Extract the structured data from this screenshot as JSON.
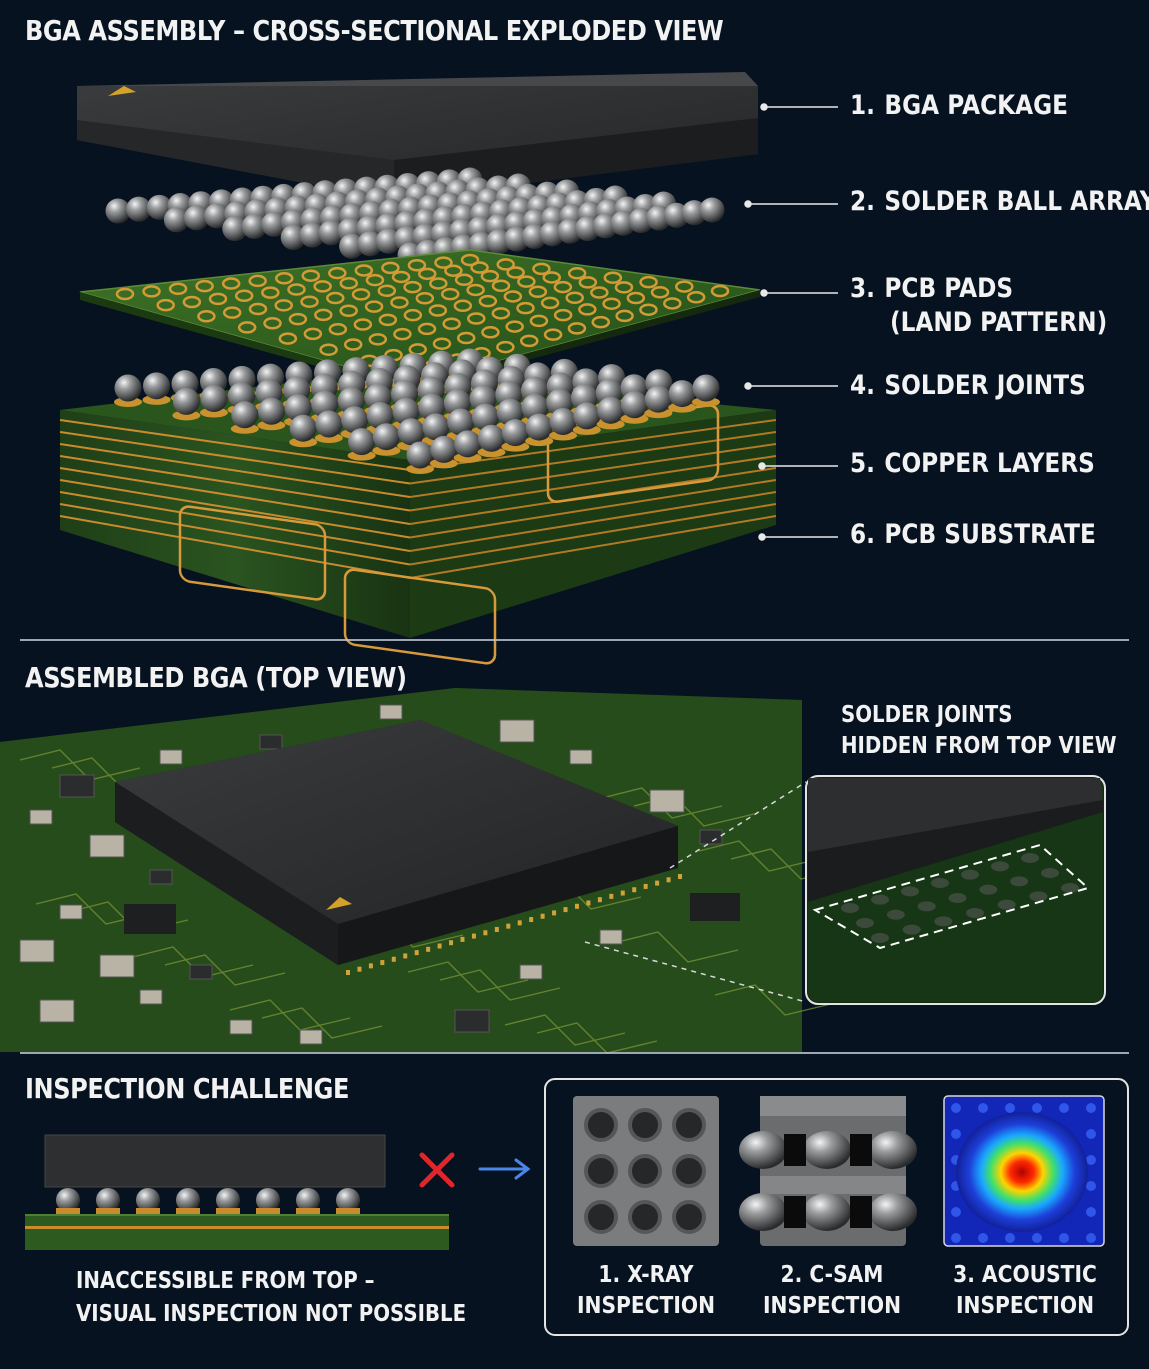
{
  "exploded": {
    "title": "BGA ASSEMBLY – CROSS-SECTIONAL EXPLODED VIEW",
    "labels": [
      {
        "num": "1.",
        "text": "BGA PACKAGE"
      },
      {
        "num": "2.",
        "text": "SOLDER BALL ARRAY"
      },
      {
        "num": "3.",
        "text": "PCB PADS",
        "text2": "(LAND PATTERN)"
      },
      {
        "num": "4.",
        "text": "SOLDER JOINTS"
      },
      {
        "num": "5.",
        "text": "COPPER LAYERS"
      },
      {
        "num": "6.",
        "text": "PCB SUBSTRATE"
      }
    ]
  },
  "assembled": {
    "title": "ASSEMBLED BGA (TOP VIEW)",
    "callout_line1": "SOLDER JOINTS",
    "callout_line2": "HIDDEN FROM TOP VIEW"
  },
  "inspection": {
    "title": "INSPECTION CHALLENGE",
    "note_line1": "INACCESSIBLE FROM TOP –",
    "note_line2": "VISUAL INSPECTION NOT POSSIBLE",
    "methods": [
      {
        "line1": "1. X-RAY",
        "line2": "INSPECTION"
      },
      {
        "line1": "2. C-SAM",
        "line2": "INSPECTION"
      },
      {
        "line1": "3. ACOUSTIC",
        "line2": "INSPECTION"
      }
    ]
  },
  "icons": [
    "cross-icon",
    "arrow-right-icon"
  ],
  "colors": {
    "background": "#071220",
    "pcb_green": "#2d5a1e",
    "copper": "#c98b2e",
    "package": "#2a2b2d",
    "cross": "#e0262a",
    "arrow": "#4a86e8"
  }
}
